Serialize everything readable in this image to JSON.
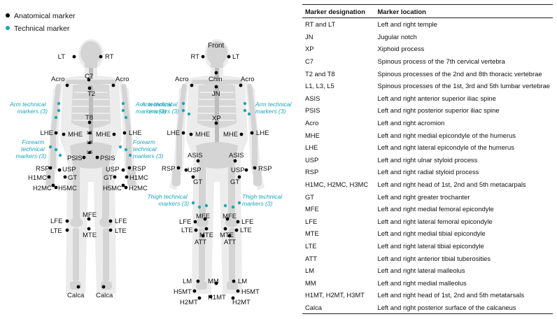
{
  "legend": {
    "anatomical": "Anatomical marker",
    "technical": "Technical marker",
    "anatomical_color": "#000000",
    "technical_color": "#1aa7b8"
  },
  "back_view": {
    "markers": {
      "lt": "LT",
      "rt": "RT",
      "c7": "C7",
      "acro_l": "Acro",
      "acro_r": "Acro",
      "t2": "T2",
      "t8": "T8",
      "lhe_l": "LHE",
      "mhe_l": "MHE",
      "mhe_r": "MHE",
      "lhe_r": "LHE",
      "l1": "L1",
      "l3": "L3",
      "l5": "L5",
      "psis_l": "PSIS",
      "psis_r": "PSIS",
      "rsp_l": "RSP",
      "usp_l": "USP",
      "usp_r": "USP",
      "rsp_r": "RSP",
      "h1mc_l": "H1MC",
      "gt_l": "GT",
      "gt_r": "GT",
      "h1mc_r": "H1MC",
      "h2mc_l": "H2MC",
      "h5mc_l": "H5MC",
      "h5mc_r": "H5MC",
      "h2mc_r": "H2MC",
      "lfe_l": "LFE",
      "mfe": "MFE",
      "lfe_r": "LFE",
      "lte_l": "LTE",
      "mte": "MTE",
      "lte_r": "LTE",
      "calca_l": "Calca",
      "calca_r": "Calca"
    },
    "technical": {
      "arm_l": [
        "Arm technical",
        "markers (3)"
      ],
      "arm_r": [
        "Arm technical",
        "markers (3)"
      ],
      "forearm_l": [
        "Forearm",
        "technical",
        "markers (3)"
      ],
      "forearm_r": [
        "Forearm",
        "technical",
        "markers (3)"
      ]
    }
  },
  "front_view": {
    "title": "Front",
    "markers": {
      "rt": "RT",
      "lt": "LT",
      "chin": "Chin",
      "acro_l": "Acro",
      "acro_r": "Acro",
      "jn": "JN",
      "xp": "XP",
      "lhe_l": "LHE",
      "mhe_l": "MHE",
      "mhe_r": "MHE",
      "lhe_r": "LHE",
      "asis_l": "ASIS",
      "asis_r": "ASIS",
      "rsp_l": "RSP",
      "usp_l": "USP",
      "usp_r": "USP",
      "rsp_r": "RSP",
      "gt_l": "GT",
      "gt_r": "GT",
      "lfe_l": "LFE",
      "mfe_l": "MFE",
      "mfe_r": "MFE",
      "lfe_r": "LFE",
      "lte_l": "LTE",
      "mte_l": "MTE",
      "mte_r": "MTE",
      "lte_r": "LTE",
      "att_l": "ATT",
      "att_r": "ATT",
      "lm_l": "LM",
      "mm": "MM",
      "lm_r": "LM",
      "h5mt_l": "H5MT",
      "h5mt_r": "H5MT",
      "h2mt_l": "H2MT",
      "h1mt": "H1MT",
      "h2mt_r": "H2MT"
    },
    "technical": {
      "arm_l": [
        "Arm technical",
        "markers (3)"
      ],
      "arm_r": [
        "Arm technical",
        "markers (3)"
      ],
      "thigh_l": [
        "Thigh technical",
        "markers (3)"
      ],
      "thigh_r": [
        "Thigh technical",
        "markers (3)"
      ]
    }
  },
  "table": {
    "headers": [
      "Marker designation",
      "Marker location"
    ],
    "rows": [
      [
        "RT and LT",
        "Left and right temple"
      ],
      [
        "JN",
        "Jugular notch"
      ],
      [
        "XP",
        "Xiphoid process"
      ],
      [
        "C7",
        "Spinous process of the 7th cervical vertebra"
      ],
      [
        "T2 and T8",
        "Spinous processes of the 2nd and 8th thoracic vertebrae"
      ],
      [
        "L1, L3, L5",
        "Spinous processes of the 1st, 3rd and 5th lumbar vertebrae"
      ],
      [
        "ASIS",
        "Left and right anterior superior iliac spine"
      ],
      [
        "PSIS",
        "Left and right posterior superior iliac spine"
      ],
      [
        "Acro",
        "Left and right acromion"
      ],
      [
        "MHE",
        "Left and right medial epicondyle of the humerus"
      ],
      [
        "LHE",
        "Left and right lateral epicondyle of the humerus"
      ],
      [
        "USP",
        "Left and right ulnar styloid process"
      ],
      [
        "RSP",
        "Left and right radial styloid process"
      ],
      [
        "H1MC, H2MC, H3MC",
        "Left and right head of 1st, 2nd and 5th metacarpals"
      ],
      [
        "GT",
        "Left and right greater trochanter"
      ],
      [
        "MFE",
        "Left and right medial femoral epicondyle"
      ],
      [
        "LFE",
        "Left and right lateral femoral epicondyle"
      ],
      [
        "MTE",
        "Left and right medial tibial epicondyle"
      ],
      [
        "LTE",
        "Left and right lateral tibial epicondyle"
      ],
      [
        "ATT",
        "Left and right anterior tibial tuberosities"
      ],
      [
        "LM",
        "Left and right lateral malleolus"
      ],
      [
        "MM",
        "Left and right medial malleolus"
      ],
      [
        "H1MT, H2MT, H3MT",
        "Left and right head of 1st, 2nd and 5th metatarsals"
      ],
      [
        "Calca",
        "Left and right posterior surface of the calcaneus"
      ]
    ]
  }
}
